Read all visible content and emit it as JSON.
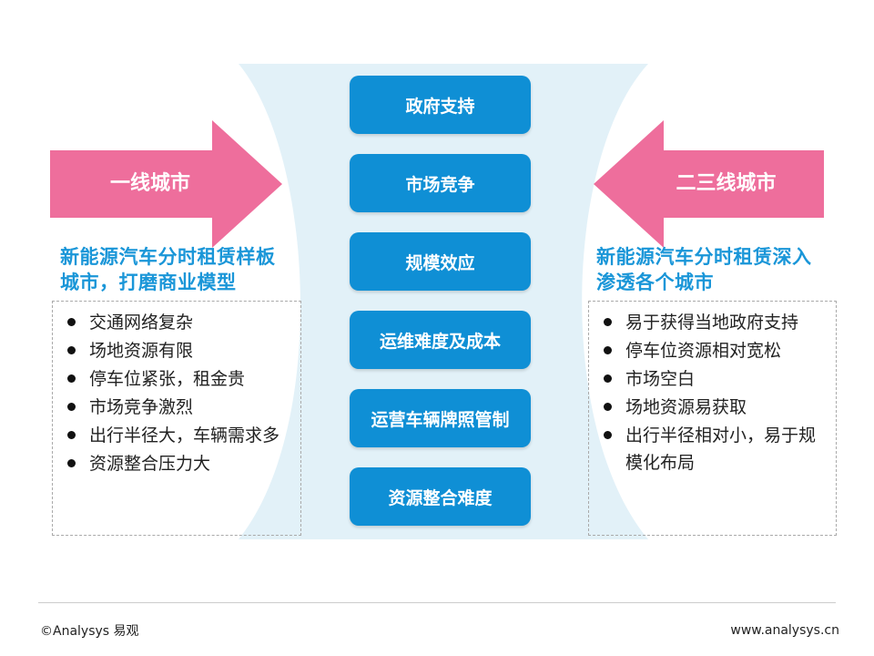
{
  "left": {
    "arrow_label": "一线城市",
    "heading": "新能源汽车分时租赁样板城市，打磨商业模型",
    "items": [
      "交通网络复杂",
      "场地资源有限",
      "停车位紧张，租金贵",
      "市场竞争激烈",
      "出行半径大，车辆需求多",
      "资源整合压力大"
    ]
  },
  "right": {
    "arrow_label": "二三线城市",
    "heading": "新能源汽车分时租赁深入渗透各个城市",
    "items": [
      "易于获得当地政府支持",
      "停车位资源相对宽松",
      "市场空白",
      "场地资源易获取",
      "出行半径相对小，易于规模化布局"
    ]
  },
  "center": {
    "factors": [
      "政府支持",
      "市场竞争",
      "规模效应",
      "运维难度及成本",
      "运营车辆牌照管制",
      "资源整合难度"
    ]
  },
  "footer": {
    "copyright": "©Analysys 易观",
    "website": "www.analysys.cn"
  },
  "colors": {
    "arrow": "#ee6e9c",
    "pill": "#0f8fd5",
    "heading": "#1a96d8",
    "hourglass": "#e2f1f8"
  }
}
